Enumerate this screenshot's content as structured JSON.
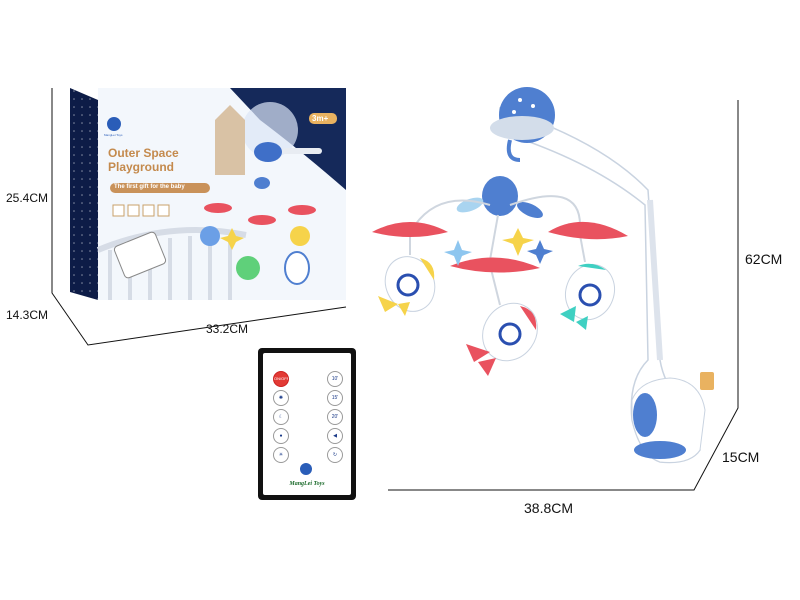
{
  "dimensions": {
    "box_height": "25.4CM",
    "box_depth": "14.3CM",
    "box_width": "33.2CM",
    "product_height": "62CM",
    "product_depth": "15CM",
    "product_width": "38.8CM"
  },
  "box": {
    "title_line1": "Outer Space",
    "title_line2": "Playground",
    "subtitle": "The first gift for the baby",
    "age_badge": "3m+",
    "brand": "MangLei Toys"
  },
  "remote": {
    "buttons_left": [
      "ON/OFF",
      "",
      "",
      "",
      "",
      ""
    ],
    "buttons_right": [
      "10'",
      "15'",
      "20'",
      "",
      ""
    ],
    "brand": "MangLei Toys"
  },
  "colors": {
    "blue": "#4f7fd0",
    "pink": "#e9525f",
    "yellow": "#f6d34a",
    "teal": "#3fd0c2",
    "navy": "#0c1a44"
  }
}
